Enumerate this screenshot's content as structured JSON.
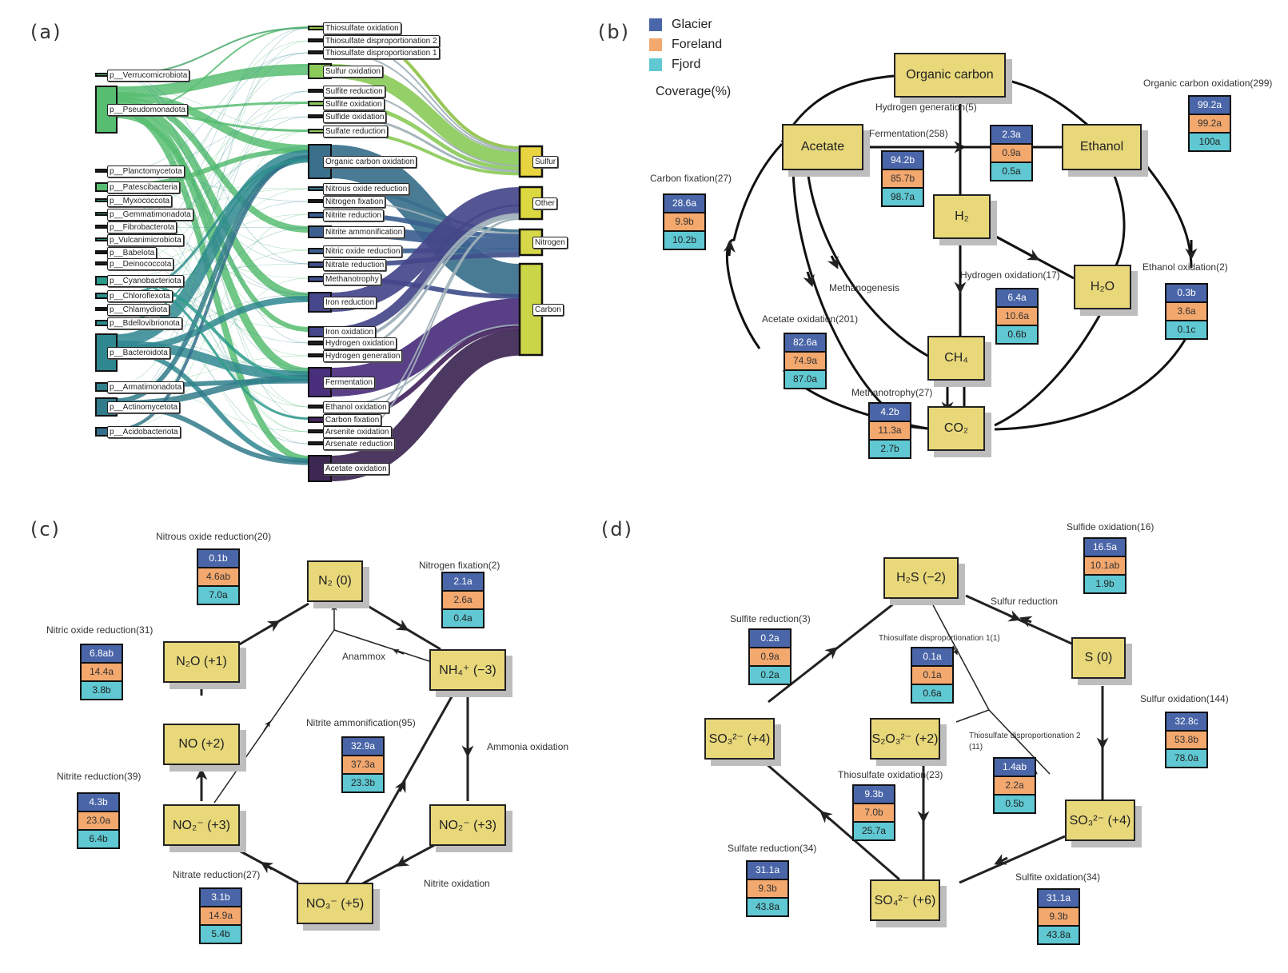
{
  "panels": {
    "a": "(a)",
    "b": "(b)",
    "c": "(c)",
    "d": "(d)"
  },
  "legend": {
    "items": [
      {
        "name": "Glacier",
        "color": "#4a66a8"
      },
      {
        "name": "Foreland",
        "color": "#f3a86e"
      },
      {
        "name": "Fjord",
        "color": "#5fc8d2"
      }
    ],
    "coverage_label": "Coverage(%)"
  },
  "chart_data": [
    {
      "type": "sankey",
      "panel": "a",
      "phyla": [
        "p__Verrucomicrobiota",
        "p__Pseudomonadota",
        "p__Planctomycetota",
        "p__Patescibacteria",
        "p__Myxococcota",
        "p__Gemmatimonadota",
        "p__Fibrobacterota",
        "p_Vulcanimicrobiota",
        "p__Babelota",
        "p__Deinococcota",
        "p__Cyanobacteriota",
        "p__Chloroflexota",
        "p__Chlamydiota",
        "p__Bdellovibrionota",
        "p__Bacteroidota",
        "p__Armatimonadota",
        "p__Actinomycetota",
        "p__Acidobacteriota"
      ],
      "functions": [
        "Thiosulfate oxidation",
        "Thiosulfate disproportionation 2",
        "Thiosulfate disproportionation 1",
        "Sulfur oxidation",
        "Sulfite reduction",
        "Sulfite oxidation",
        "Sulfide oxidation",
        "Sulfate reduction",
        "Organic carbon oxidation",
        "Nitrous oxide reduction",
        "Nitrogen fixation",
        "Nitrite reduction",
        "Nitrite ammonification",
        "Nitric oxide reduction",
        "Nitrate reduction",
        "Methanotrophy",
        "Iron reduction",
        "Iron oxidation",
        "Hydrogen oxidation",
        "Hydrogen generation",
        "Fermentation",
        "Ethanol oxidation",
        "Carbon fixation",
        "Arsenite oxidation",
        "Arsenate reduction",
        "Acetate oxidation"
      ],
      "cycles": [
        "Sulfur",
        "Other",
        "Nitrogen",
        "Carbon"
      ]
    },
    {
      "type": "diagram",
      "panel": "b",
      "nodes": [
        "Organic carbon",
        "Acetate",
        "Ethanol",
        "H2",
        "H2O",
        "CH4",
        "CO2"
      ],
      "processes": [
        {
          "label": "Organic carbon oxidation(299)",
          "values": [
            "99.2a",
            "99.2a",
            "100a"
          ]
        },
        {
          "label": "Hydrogen generation(5)",
          "values": [
            "2.3a",
            "0.9a",
            "0.5a"
          ]
        },
        {
          "label": "Fermentation(258)",
          "values": [
            "94.2b",
            "85.7b",
            "98.7a"
          ]
        },
        {
          "label": "Carbon fixation(27)",
          "values": [
            "28.6a",
            "9.9b",
            "10.2b"
          ]
        },
        {
          "label": "Hydrogen oxidation(17)",
          "values": [
            "6.4a",
            "10.6a",
            "0.6b"
          ]
        },
        {
          "label": "Ethanol oxidation(2)",
          "values": [
            "0.3b",
            "3.6a",
            "0.1c"
          ]
        },
        {
          "label": "Acetate oxidation(201)",
          "values": [
            "82.6a",
            "74.9a",
            "87.0a"
          ]
        },
        {
          "label": "Methanotrophy(27)",
          "values": [
            "4.2b",
            "11.3a",
            "2.7b"
          ]
        }
      ],
      "edge_labels": [
        "Methanogenesis"
      ]
    },
    {
      "type": "diagram",
      "panel": "c",
      "nodes": [
        "N2 (0)",
        "N2O (+1)",
        "NO (+2)",
        "NO2- (+3)",
        "NH4+ (-3)",
        "NO2- (+3)",
        "NO3- (+5)"
      ],
      "processes": [
        {
          "label": "Nitrous oxide reduction(20)",
          "values": [
            "0.1b",
            "4.6ab",
            "7.0a"
          ]
        },
        {
          "label": "Nitrogen fixation(2)",
          "values": [
            "2.1a",
            "2.6a",
            "0.4a"
          ]
        },
        {
          "label": "Nitric oxide reduction(31)",
          "values": [
            "6.8ab",
            "14.4a",
            "3.8b"
          ]
        },
        {
          "label": "Nitrite ammonification(95)",
          "values": [
            "32.9a",
            "37.3a",
            "23.3b"
          ]
        },
        {
          "label": "Nitrite reduction(39)",
          "values": [
            "4.3b",
            "23.0a",
            "6.4b"
          ]
        },
        {
          "label": "Nitrate reduction(27)",
          "values": [
            "3.1b",
            "14.9a",
            "5.4b"
          ]
        }
      ],
      "edge_labels": [
        "Anammox",
        "Ammonia oxidation",
        "Nitrite oxidation"
      ]
    },
    {
      "type": "diagram",
      "panel": "d",
      "nodes": [
        "H2S (-2)",
        "S (0)",
        "SO3 2- (+4)",
        "S2O3 2- (+2)",
        "SO3 2- (+4)",
        "SO4 2- (+6)"
      ],
      "processes": [
        {
          "label": "Sulfide oxidation(16)",
          "values": [
            "16.5a",
            "10.1ab",
            "1.9b"
          ]
        },
        {
          "label": "Sulfite reduction(3)",
          "values": [
            "0.2a",
            "0.9a",
            "0.2a"
          ]
        },
        {
          "label": "Thiosulfate disproportionation 1(1)",
          "values": [
            "0.1a",
            "0.1a",
            "0.6a"
          ]
        },
        {
          "label": "Sulfur oxidation(144)",
          "values": [
            "32.8c",
            "53.8b",
            "78.0a"
          ]
        },
        {
          "label": "Thiosulfate oxidation(23)",
          "values": [
            "9.3b",
            "7.0b",
            "25.7a"
          ]
        },
        {
          "label": "Thiosulfate disproportionation 2 (11)",
          "values": [
            "1.4ab",
            "2.2a",
            "0.5b"
          ]
        },
        {
          "label": "Sulfate reduction(34)",
          "values": [
            "31.1a",
            "9.3b",
            "43.8a"
          ]
        },
        {
          "label": "Sulfite oxidation(34)",
          "values": [
            "31.1a",
            "9.3b",
            "43.8a"
          ]
        }
      ],
      "edge_labels": [
        "Sulfur reduction"
      ]
    }
  ],
  "sankey": {
    "phyla": [
      {
        "label": "p__Verrucomicrobiota",
        "color": "#52b26a"
      },
      {
        "label": "p__Pseudomonadota",
        "color": "#57bd71"
      },
      {
        "label": "p__Planctomycetota",
        "color": "#222"
      },
      {
        "label": "p__Patescibacteria",
        "color": "#57bd71"
      },
      {
        "label": "p__Myxococcota",
        "color": "#2f8a78"
      },
      {
        "label": "p__Gemmatimonadota",
        "color": "#2f8a78"
      },
      {
        "label": "p__Fibrobacterota",
        "color": "#222"
      },
      {
        "label": "p_Vulcanimicrobiota",
        "color": "#2f8a78"
      },
      {
        "label": "p__Babelota",
        "color": "#222"
      },
      {
        "label": "p__Deinococcota",
        "color": "#222"
      },
      {
        "label": "p__Cyanobacteriota",
        "color": "#2b9a8c"
      },
      {
        "label": "p__Chloroflexota",
        "color": "#2b8f8c"
      },
      {
        "label": "p__Chlamydiota",
        "color": "#222"
      },
      {
        "label": "p__Bdellovibrionota",
        "color": "#2b8f8c"
      },
      {
        "label": "p__Bacteroidota",
        "color": "#2f8790"
      },
      {
        "label": "p__Armatimonadota",
        "color": "#2f7f8c"
      },
      {
        "label": "p__Actinomycetota",
        "color": "#317a8a"
      },
      {
        "label": "p__Acidobacteriota",
        "color": "#336e8a"
      }
    ],
    "functions": [
      {
        "label": "Thiosulfate oxidation",
        "color": "#8fc24a"
      },
      {
        "label": "Thiosulfate disproportionation 2",
        "color": "#222"
      },
      {
        "label": "Thiosulfate disproportionation 1",
        "color": "#222"
      },
      {
        "label": "Sulfur oxidation",
        "color": "#8ccb5a"
      },
      {
        "label": "Sulfite reduction",
        "color": "#222"
      },
      {
        "label": "Sulfite oxidation",
        "color": "#8ccb5a"
      },
      {
        "label": "Sulfide oxidation",
        "color": "#222"
      },
      {
        "label": "Sulfate reduction",
        "color": "#8ccb5a"
      },
      {
        "label": "Organic carbon oxidation",
        "color": "#3a708c"
      },
      {
        "label": "Nitrous oxide reduction",
        "color": "#3a6f8c"
      },
      {
        "label": "Nitrogen fixation",
        "color": "#222"
      },
      {
        "label": "Nitrite reduction",
        "color": "#3c5f90"
      },
      {
        "label": "Nitrite ammonification",
        "color": "#3c5f90"
      },
      {
        "label": "Nitric oxide reduction",
        "color": "#3c5f90"
      },
      {
        "label": "Nitrate reduction",
        "color": "#414f8c"
      },
      {
        "label": "Methanotrophy",
        "color": "#414f8c"
      },
      {
        "label": "Iron reduction",
        "color": "#45478a"
      },
      {
        "label": "Iron oxidation",
        "color": "#45478a"
      },
      {
        "label": "Hydrogen oxidation",
        "color": "#222"
      },
      {
        "label": "Hydrogen generation",
        "color": "#222"
      },
      {
        "label": "Fermentation",
        "color": "#4a2f7c"
      },
      {
        "label": "Ethanol oxidation",
        "color": "#222"
      },
      {
        "label": "Carbon fixation",
        "color": "#44265e"
      },
      {
        "label": "Arsenite oxidation",
        "color": "#222"
      },
      {
        "label": "Arsenate reduction",
        "color": "#222"
      },
      {
        "label": "Acetate oxidation",
        "color": "#3d2753"
      }
    ],
    "cycles": [
      {
        "label": "Sulfur",
        "color": "#e8d440"
      },
      {
        "label": "Other",
        "color": "#dcd840"
      },
      {
        "label": "Nitrogen",
        "color": "#d6d848"
      },
      {
        "label": "Carbon",
        "color": "#cbd548"
      }
    ]
  },
  "panel_b": {
    "nodes": {
      "organic_carbon": "Organic carbon",
      "acetate": "Acetate",
      "ethanol": "Ethanol",
      "h2": "H₂",
      "h2o": "H₂O",
      "ch4": "CH₄",
      "co2": "CO₂"
    },
    "methanogenesis": "Methanogenesis",
    "boxes": {
      "oco": {
        "label": "Organic carbon oxidation(299)",
        "g": "99.2a",
        "f": "99.2a",
        "j": "100a"
      },
      "hg": {
        "label": "Hydrogen generation(5)",
        "g": "2.3a",
        "f": "0.9a",
        "j": "0.5a"
      },
      "fer": {
        "label": "Fermentation(258)",
        "g": "94.2b",
        "f": "85.7b",
        "j": "98.7a"
      },
      "cf": {
        "label": "Carbon fixation(27)",
        "g": "28.6a",
        "f": "9.9b",
        "j": "10.2b"
      },
      "ho": {
        "label": "Hydrogen oxidation(17)",
        "g": "6.4a",
        "f": "10.6a",
        "j": "0.6b"
      },
      "eo": {
        "label": "Ethanol oxidation(2)",
        "g": "0.3b",
        "f": "3.6a",
        "j": "0.1c"
      },
      "ao": {
        "label": "Acetate oxidation(201)",
        "g": "82.6a",
        "f": "74.9a",
        "j": "87.0a"
      },
      "mt": {
        "label": "Methanotrophy(27)",
        "g": "4.2b",
        "f": "11.3a",
        "j": "2.7b"
      }
    }
  },
  "panel_c": {
    "nodes": {
      "n2": "N₂ (0)",
      "n2o": "N₂O (+1)",
      "no": "NO (+2)",
      "no2_left": "NO₂⁻ (+3)",
      "nh4": "NH₄⁺ (−3)",
      "no2_right": "NO₂⁻ (+3)",
      "no3": "NO₃⁻ (+5)"
    },
    "edge_labels": {
      "anammox": "Anammox",
      "ammonia_oxidation": "Ammonia oxidation",
      "nitrite_oxidation": "Nitrite oxidation"
    },
    "boxes": {
      "nor": {
        "label": "Nitrous oxide reduction(20)",
        "g": "0.1b",
        "f": "4.6ab",
        "j": "7.0a"
      },
      "nf": {
        "label": "Nitrogen fixation(2)",
        "g": "2.1a",
        "f": "2.6a",
        "j": "0.4a"
      },
      "nir": {
        "label": "Nitric oxide reduction(31)",
        "g": "6.8ab",
        "f": "14.4a",
        "j": "3.8b"
      },
      "na": {
        "label": "Nitrite ammonification(95)",
        "g": "32.9a",
        "f": "37.3a",
        "j": "23.3b"
      },
      "nr": {
        "label": "Nitrite reduction(39)",
        "g": "4.3b",
        "f": "23.0a",
        "j": "6.4b"
      },
      "ntr": {
        "label": "Nitrate reduction(27)",
        "g": "3.1b",
        "f": "14.9a",
        "j": "5.4b"
      }
    }
  },
  "panel_d": {
    "nodes": {
      "h2s": "H₂S (−2)",
      "s0": "S (0)",
      "so3_left": "SO₃²⁻ (+4)",
      "s2o3": "S₂O₃²⁻ (+2)",
      "so3_right": "SO₃²⁻ (+4)",
      "so4": "SO₄²⁻ (+6)"
    },
    "edge_labels": {
      "sulfur_reduction": "Sulfur reduction"
    },
    "boxes": {
      "so": {
        "label": "Sulfide oxidation(16)",
        "g": "16.5a",
        "f": "10.1ab",
        "j": "1.9b"
      },
      "sr": {
        "label": "Sulfite reduction(3)",
        "g": "0.2a",
        "f": "0.9a",
        "j": "0.2a"
      },
      "td1": {
        "label": "Thiosulfate disproportionation 1(1)",
        "g": "0.1a",
        "f": "0.1a",
        "j": "0.6a"
      },
      "sox": {
        "label": "Sulfur oxidation(144)",
        "g": "32.8c",
        "f": "53.8b",
        "j": "78.0a"
      },
      "to": {
        "label": "Thiosulfate oxidation(23)",
        "g": "9.3b",
        "f": "7.0b",
        "j": "25.7a"
      },
      "td2": {
        "label": "Thiosulfate disproportionation 2",
        "g": "1.4ab",
        "f": "2.2a",
        "j": "0.5b"
      },
      "td2_count": "(11)",
      "sar": {
        "label": "Sulfate reduction(34)",
        "g": "31.1a",
        "f": "9.3b",
        "j": "43.8a"
      },
      "sio": {
        "label": "Sulfite oxidation(34)",
        "g": "31.1a",
        "f": "9.3b",
        "j": "43.8a"
      }
    }
  }
}
